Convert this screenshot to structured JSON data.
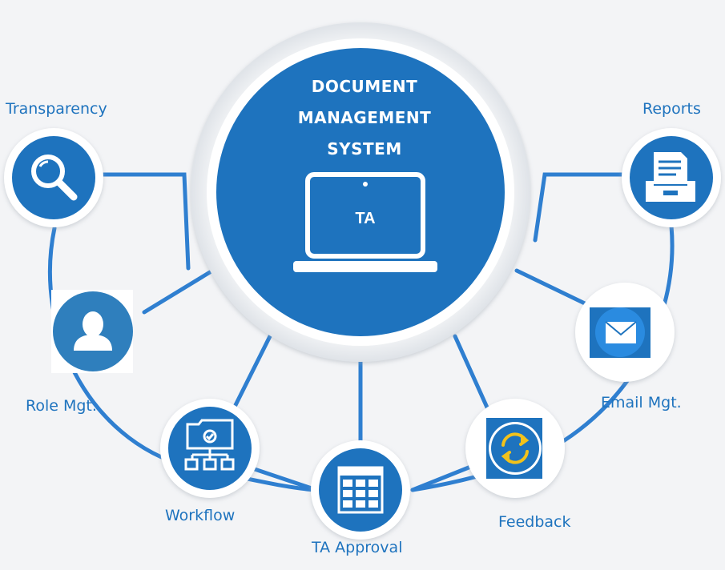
{
  "center": {
    "title_line1": "DOCUMENT",
    "title_line2": "MANAGEMENT",
    "title_line3": "SYSTEM",
    "screen_text": "TA"
  },
  "nodes": [
    {
      "id": "transparency",
      "label": "Transparency",
      "icon": "magnifier-icon"
    },
    {
      "id": "role",
      "label": "Role Mgt.",
      "icon": "user-icon"
    },
    {
      "id": "workflow",
      "label": "Workflow",
      "icon": "workflow-icon"
    },
    {
      "id": "ta_approval",
      "label": "TA Approval",
      "icon": "calendar-grid-icon"
    },
    {
      "id": "feedback",
      "label": "Feedback",
      "icon": "refresh-icon"
    },
    {
      "id": "email",
      "label": "Email Mgt.",
      "icon": "envelope-icon"
    },
    {
      "id": "reports",
      "label": "Reports",
      "icon": "document-tray-icon"
    }
  ],
  "colors": {
    "primary_blue": "#1e73be",
    "line_blue": "#2f7fd0",
    "background": "#f3f4f6",
    "label_blue": "#1e73be",
    "feedback_gold": "#f2c21b"
  }
}
